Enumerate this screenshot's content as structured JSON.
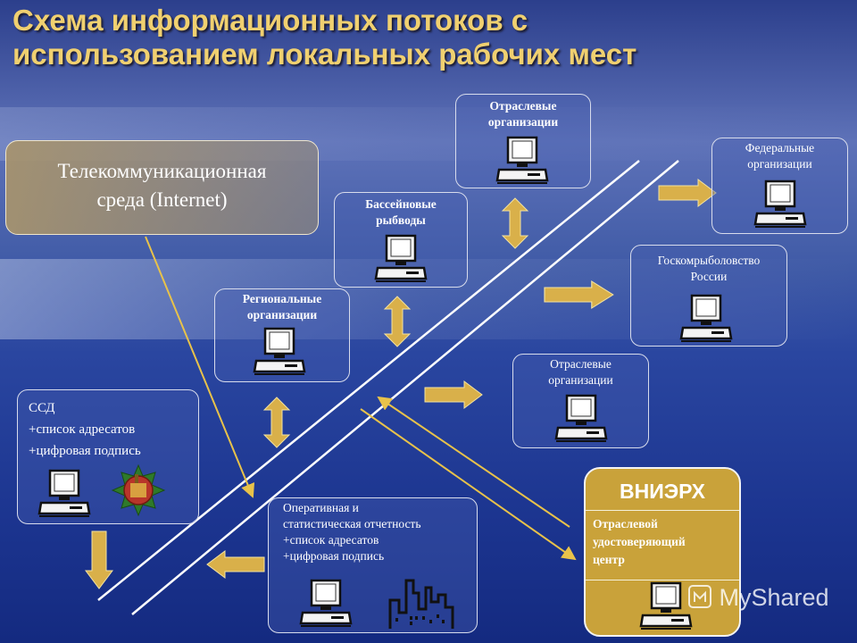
{
  "title_line1": "Схема информационных потоков с",
  "title_line2": "использованием локальных рабочих мест",
  "telecom": {
    "line1": "Телекоммуникационная",
    "line2": "среда (Internet)"
  },
  "nodes": {
    "otr_top": {
      "line1": "Отраслевые",
      "line2": "организации"
    },
    "federal": {
      "line1": "Федеральные",
      "line2": "организации"
    },
    "basin": {
      "line1": "Бассейновые",
      "line2": "рыбводы"
    },
    "goskom": {
      "line1": "Госкомрыболовство",
      "line2": "России"
    },
    "regional": {
      "line1": "Региональные",
      "line2": "организации"
    },
    "otr_mid": {
      "line1": "Отраслевые",
      "line2": "организации"
    },
    "ssd": {
      "line1": "ССД",
      "line2": "+список адресатов",
      "line3": "+цифровая подпись"
    },
    "oper": {
      "line1": "Оперативная и",
      "line2": "статистическая отчетность",
      "line3": "+список адресатов",
      "line4": "+цифровая подпись"
    },
    "vnierh": {
      "head": "ВНИЭРХ",
      "line1": "Отраслевой",
      "line2": "удостоверяющий",
      "line3": "центр"
    }
  },
  "watermark": "MyShared",
  "colors": {
    "title": "#f0d070",
    "arrow": "#d9b04a",
    "box_border": "#d8dcec",
    "vnierh_fill": "#c9a23a"
  },
  "icons": [
    "computer-icon",
    "seal-icon",
    "factory-icon",
    "myshared-logo-icon"
  ]
}
